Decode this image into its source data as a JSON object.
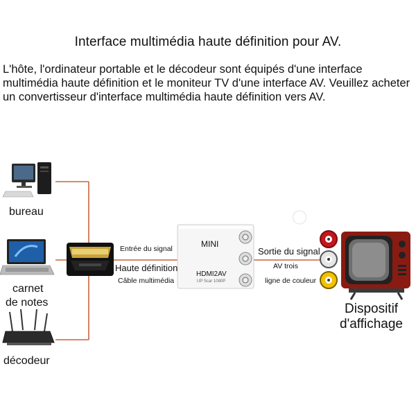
{
  "title": "Interface multimédia haute définition pour AV.",
  "description": "L'hôte, l'ordinateur portable et le décodeur sont équipés d'une interface multimédia haute définition et le moniteur TV d'une interface AV. Veuillez acheter un convertisseur d'interface multimédia haute définition vers AV.",
  "devices": {
    "desktop": "bureau",
    "laptop_line1": "carnet",
    "laptop_line2": "de notes",
    "router": "décodeur"
  },
  "input_labels": {
    "line1": "Entrée du signal",
    "line2": "Haute définition",
    "line3": "Câble multimédia"
  },
  "converter": {
    "brand": "MINI",
    "model": "HDMI2AV",
    "sub": "UP Scar 1080P"
  },
  "output_labels": {
    "line1": "Sortie du signal",
    "line2": "AV trois",
    "line3": "ligne de couleur"
  },
  "display": {
    "line1": "Dispositif",
    "line2": "d'affichage"
  },
  "colors": {
    "wire": "#c8643c",
    "rca_red": "#c4161c",
    "rca_yellow": "#f2c200",
    "rca_white": "#e6e6e6",
    "tv_frame": "#8a1b12"
  }
}
